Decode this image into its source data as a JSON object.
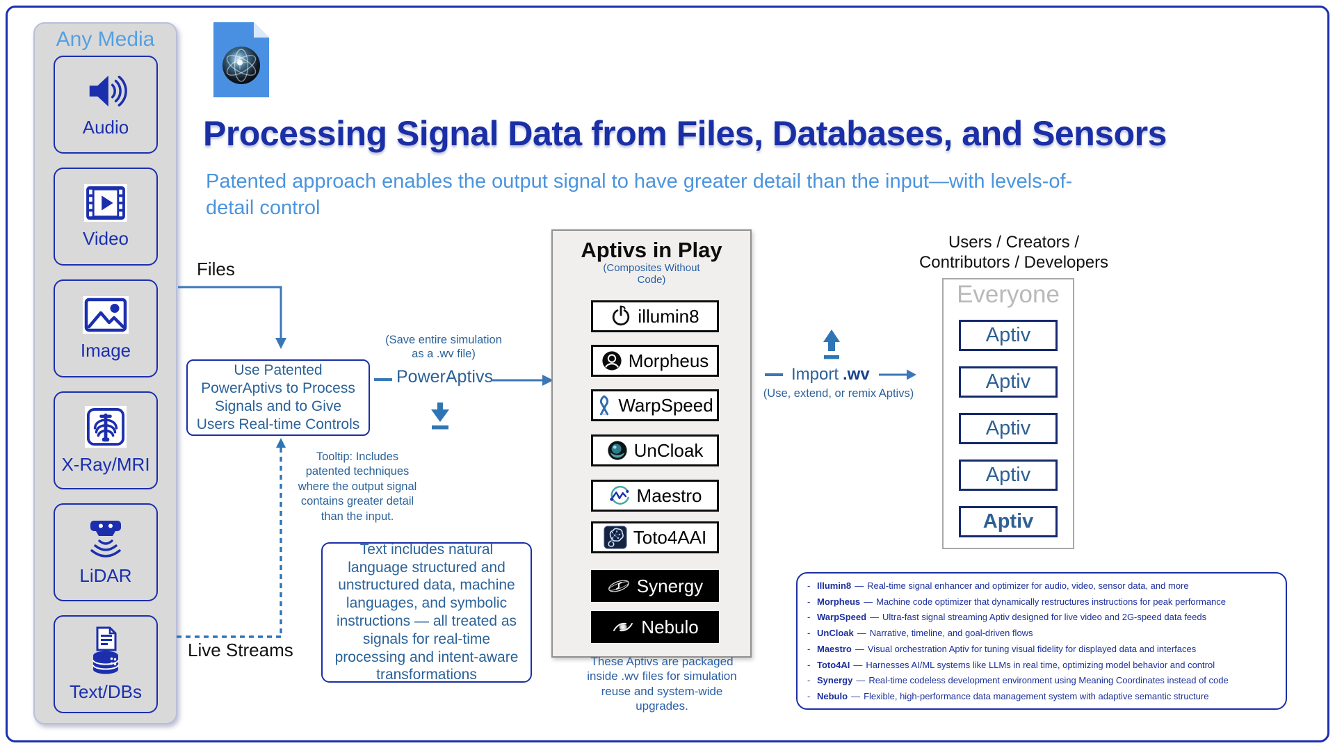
{
  "header": {
    "title": "Processing Signal Data from Files, Databases, and Sensors",
    "subtitle": "Patented approach enables the output signal to have greater detail than the input—with levels-of-detail control"
  },
  "sidebar": {
    "title": "Any Media",
    "items": [
      {
        "label": "Audio",
        "icon": "speaker-icon"
      },
      {
        "label": "Video",
        "icon": "film-icon"
      },
      {
        "label": "Image",
        "icon": "image-icon"
      },
      {
        "label": "X-Ray/MRI",
        "icon": "xray-icon"
      },
      {
        "label": "LiDAR",
        "icon": "lidar-icon"
      },
      {
        "label": "Text/DBs",
        "icon": "text-database-icon"
      }
    ]
  },
  "flow": {
    "files_label": "Files",
    "live_streams_label": "Live Streams",
    "process_box": "Use Patented PowerAptivs to Process Signals and to Give Users Real-time Controls",
    "save_note": "(Save entire simulation as a .wv file)",
    "poweraptivs_label": "PowerAptivs",
    "tooltip": "Tooltip: Includes patented techniques where the output signal contains greater detail than the input.",
    "text_box": "Text includes natural language structured and unstructured data, machine languages, and symbolic instructions — all treated as signals for real-time processing and intent-aware transformations"
  },
  "aptivs_panel": {
    "title": "Aptivs in Play",
    "subtitle": "(Composites Without Code)",
    "items": [
      {
        "label": "illumin8",
        "icon": "power-icon",
        "theme": "light"
      },
      {
        "label": "Morpheus",
        "icon": "person-sphere-icon",
        "theme": "light"
      },
      {
        "label": "WarpSpeed",
        "icon": "ribbon-icon",
        "theme": "light"
      },
      {
        "label": "UnCloak",
        "icon": "lens-icon",
        "theme": "light"
      },
      {
        "label": "Maestro",
        "icon": "waveform-icon",
        "theme": "light"
      },
      {
        "label": "Toto4AAI",
        "icon": "brain-icon",
        "theme": "light"
      },
      {
        "label": "Synergy",
        "icon": "orbit-icon",
        "theme": "dark"
      },
      {
        "label": "Nebulo",
        "icon": "galaxy-icon",
        "theme": "dark"
      }
    ],
    "footnote": "These Aptivs are packaged inside .wv files for simulation reuse and system-wide upgrades."
  },
  "import": {
    "word": "Import",
    "ext": ".wv",
    "note": "(Use, extend, or remix Aptivs)"
  },
  "users": {
    "heading_line1": "Users / Creators /",
    "heading_line2": "Contributors / Developers",
    "group_label": "Everyone",
    "aptiv_labels": [
      "Aptiv",
      "Aptiv",
      "Aptiv",
      "Aptiv",
      "Aptiv"
    ]
  },
  "legend": {
    "bullet": "-",
    "separator": "—",
    "items": [
      {
        "name": "Illumin8",
        "desc": "Real-time signal enhancer and optimizer for audio, video, sensor data, and more"
      },
      {
        "name": "Morpheus",
        "desc": "Machine code optimizer that dynamically restructures instructions for peak performance"
      },
      {
        "name": "WarpSpeed",
        "desc": "Ultra-fast signal streaming Aptiv designed for live video and 2G-speed data feeds"
      },
      {
        "name": "UnCloak",
        "desc": "Narrative, timeline, and goal-driven flows"
      },
      {
        "name": "Maestro",
        "desc": "Visual orchestration Aptiv for tuning visual fidelity for displayed data and interfaces"
      },
      {
        "name": "Toto4AI",
        "desc": "Harnesses AI/ML systems like LLMs in real time, optimizing model behavior and control"
      },
      {
        "name": "Synergy",
        "desc": "Real-time codeless development environment using Meaning Coordinates instead of code"
      },
      {
        "name": "Nebulo",
        "desc": "Flexible, high-performance data management system with adaptive semantic structure"
      }
    ]
  },
  "colors": {
    "title_navy": "#1a2fa6",
    "subtitle_blue": "#4b94dd",
    "body_steel_blue": "#2b6298",
    "arrow_blue": "#3b77b8",
    "sidebar_gray": "#d9d9d9",
    "panel_gray": "#f0efee"
  }
}
